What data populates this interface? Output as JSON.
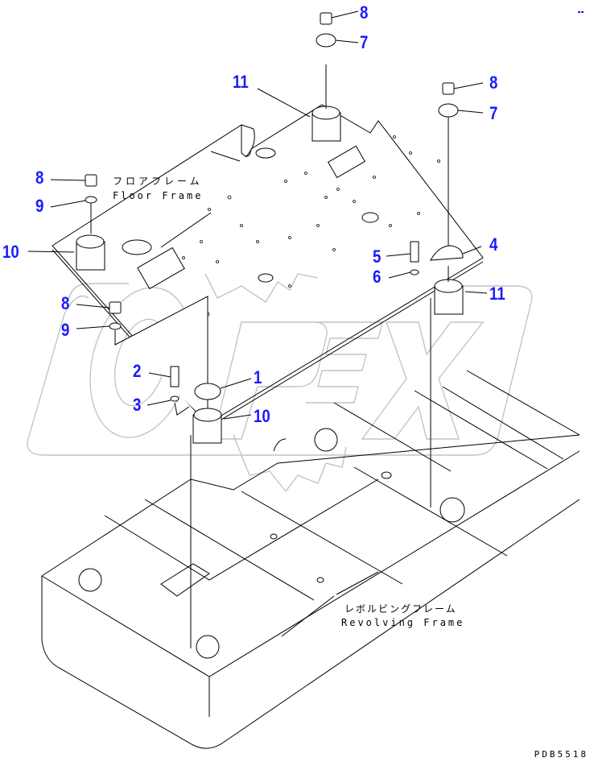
{
  "diagram": {
    "type": "exploded-parts-diagram",
    "document_id": "PDB5518",
    "watermark": "OPEX",
    "colors": {
      "callout": "#1a1aff",
      "line": "#000000",
      "watermark": "#c0c0c0",
      "background": "#ffffff"
    },
    "labels": {
      "floor_frame_jp": "フロアフレーム",
      "floor_frame_en": "Floor Frame",
      "revolving_frame_jp": "レボルビングフレーム",
      "revolving_frame_en": "Revolving Frame"
    },
    "callouts": [
      {
        "id": "c8a",
        "number": "8"
      },
      {
        "id": "c7a",
        "number": "7"
      },
      {
        "id": "c11a",
        "number": "11"
      },
      {
        "id": "c8b",
        "number": "8"
      },
      {
        "id": "c7b",
        "number": "7"
      },
      {
        "id": "c8c",
        "number": "8"
      },
      {
        "id": "c9a",
        "number": "9"
      },
      {
        "id": "c10a",
        "number": "10"
      },
      {
        "id": "c5",
        "number": "5"
      },
      {
        "id": "c4",
        "number": "4"
      },
      {
        "id": "c6",
        "number": "6"
      },
      {
        "id": "c11b",
        "number": "11"
      },
      {
        "id": "c8d",
        "number": "8"
      },
      {
        "id": "c9b",
        "number": "9"
      },
      {
        "id": "c2",
        "number": "2"
      },
      {
        "id": "c1",
        "number": "1"
      },
      {
        "id": "c3",
        "number": "3"
      },
      {
        "id": "c10b",
        "number": "10"
      }
    ]
  }
}
